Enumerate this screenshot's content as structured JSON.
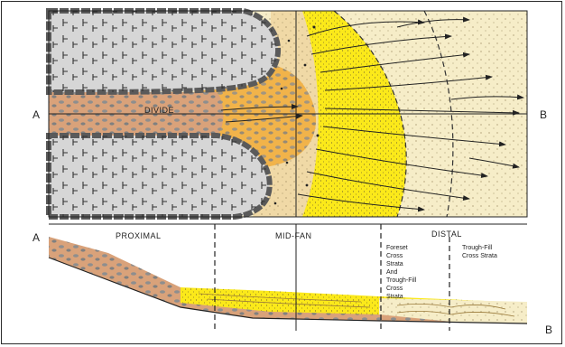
{
  "labels": {
    "map_a": "A",
    "map_b": "B",
    "section_a": "A",
    "section_b": "B",
    "divide": "DIVIDE",
    "proximal": "PROXIMAL",
    "mid_fan": "MID-FAN",
    "distal": "DISTAL",
    "foreset_line1": "Foreset",
    "foreset_line2": "Cross",
    "foreset_line3": "Strata",
    "foreset_line4": "And",
    "foreset_line5": "Trough-Fill",
    "foreset_line6": "Cross",
    "foreset_line7": "Strata",
    "trough_line1": "Trough-Fill",
    "trough_line2": "Cross Strata"
  },
  "colors": {
    "bedrock": "#d6d6d6",
    "bedrock_edge": "#5a5a5a",
    "channel": "#d9a27a",
    "proximal_fan": "#f1b34a",
    "mid_fan": "#f0d9a6",
    "distal_yellow": "#fbe91a",
    "outer_sand": "#f6edc8",
    "pebble": "#8a8a8a"
  }
}
